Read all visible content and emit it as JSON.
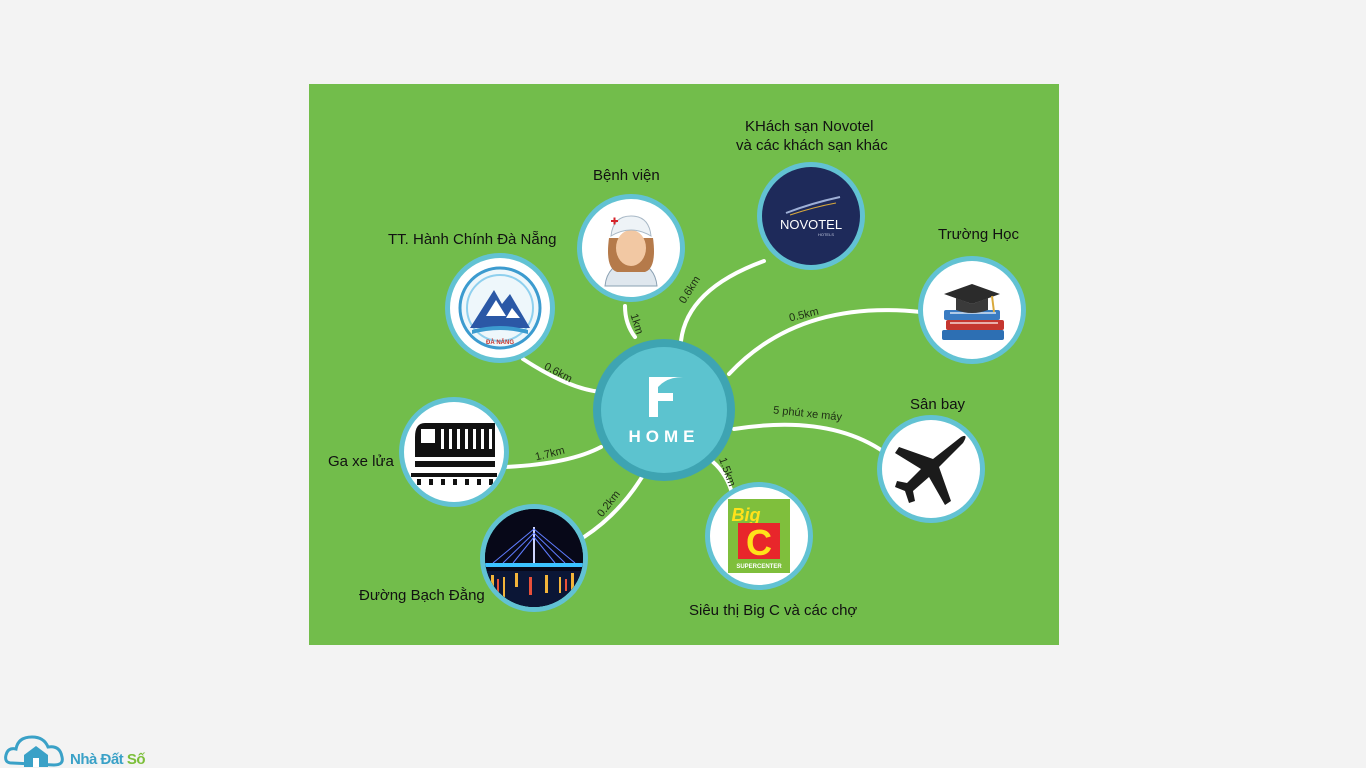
{
  "center": {
    "brand": "HOME",
    "letter": "F"
  },
  "places": [
    {
      "id": "benh-vien",
      "label": "Bệnh viện",
      "distance": "1km"
    },
    {
      "id": "novotel",
      "label_line1": "KHách sạn Novotel",
      "label_line2": "và các khách sạn khác",
      "distance": "0.6km",
      "logo_text": "NOVOTEL",
      "logo_sub": "HOTELS"
    },
    {
      "id": "truong-hoc",
      "label": "Trường Học",
      "distance": "0.5km"
    },
    {
      "id": "san-bay",
      "label": "Sân bay",
      "distance": "5 phút xe máy"
    },
    {
      "id": "big-c",
      "label": "Siêu thị Big C và các chợ",
      "distance": "1.5km",
      "logo_text_big": "Big",
      "logo_text_c": "C",
      "logo_sub": "SUPERCENTER"
    },
    {
      "id": "bach-dang",
      "label": "Đường Bạch Đằng",
      "distance": "0.2km"
    },
    {
      "id": "ga-xe-lua",
      "label": "Ga xe lửa",
      "distance": "1.7km"
    },
    {
      "id": "tt-hanh-chinh",
      "label": "TT. Hành Chính Đà Nẵng",
      "distance": "0.6km",
      "logo_sub": "ĐÀ NẴNG"
    }
  ],
  "footer": {
    "brand_main": "Nhà Đất",
    "brand_accent": "Số"
  },
  "colors": {
    "panel": "#72bd4b",
    "ring": "#62c2d3",
    "center": "#5cc3cf",
    "page": "#f3f3f3"
  }
}
